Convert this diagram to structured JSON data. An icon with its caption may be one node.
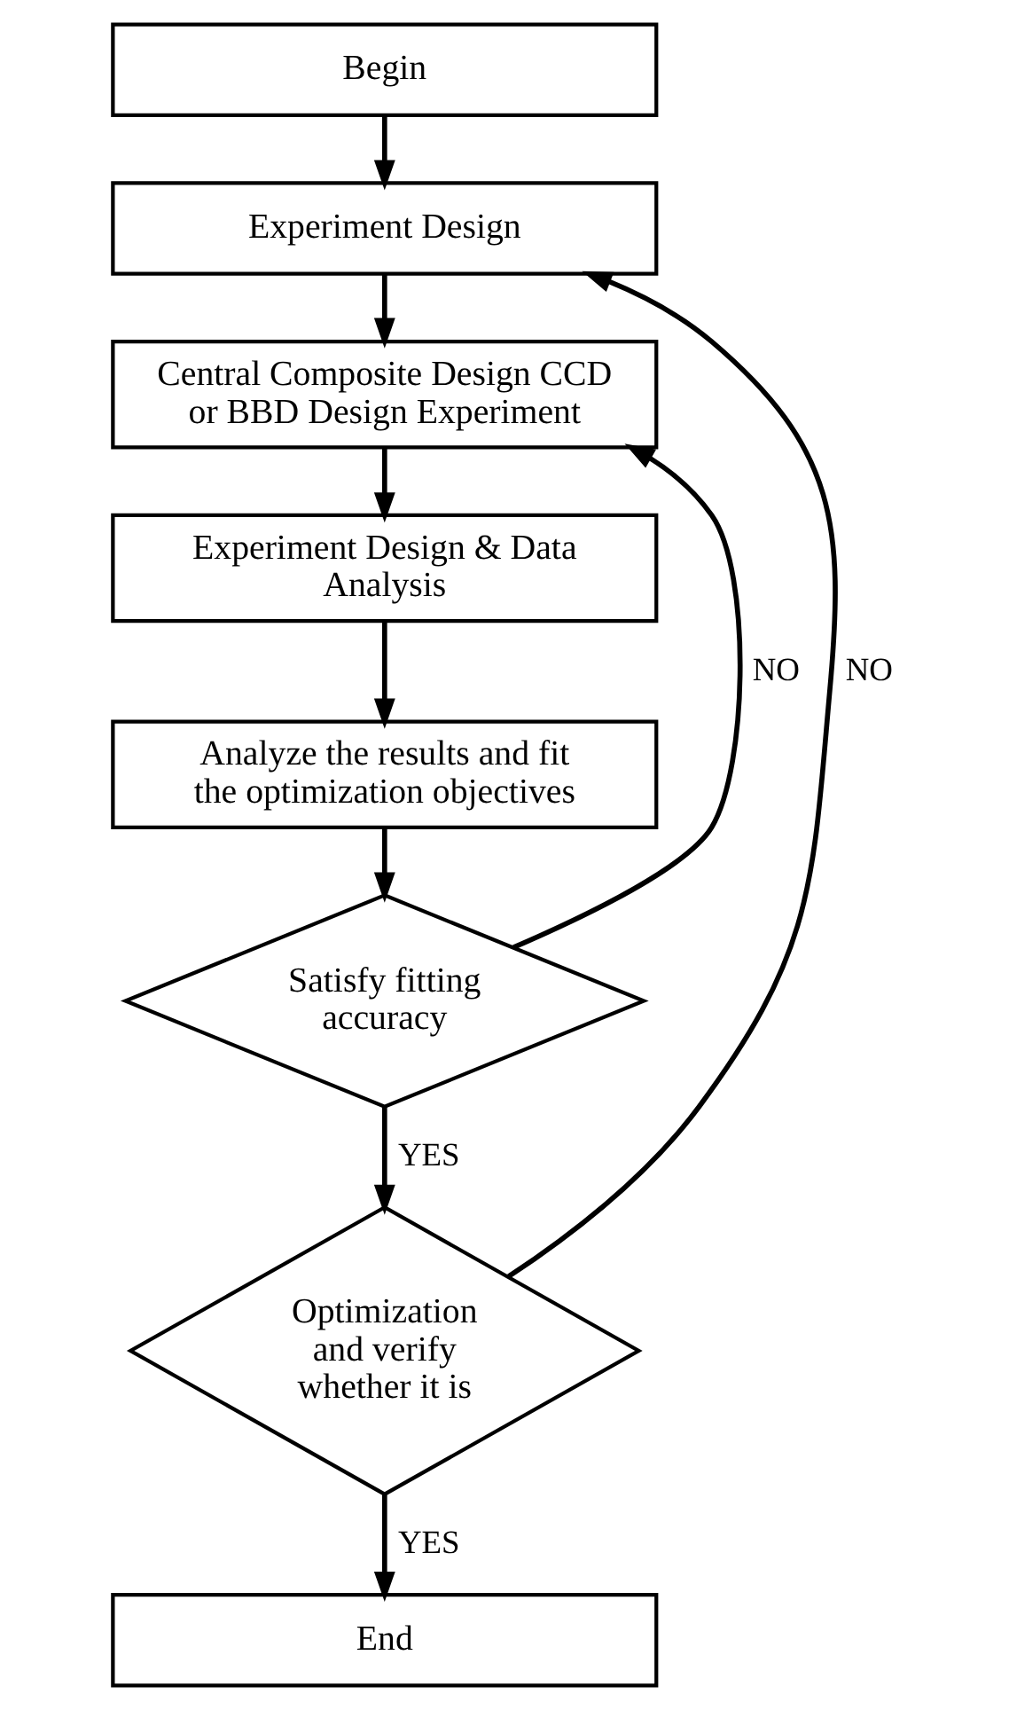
{
  "diagram": {
    "nodes": [
      {
        "text": [
          "Begin"
        ]
      },
      {
        "text": [
          "Experiment Design"
        ]
      },
      {
        "text": [
          "Central Composite Design CCD or BBD Design Experiment"
        ]
      },
      {
        "text": [
          "Experiment Design & Data Analysis"
        ]
      },
      {
        "text": [
          "Analyze the results and fit the optimization objectives"
        ]
      },
      {
        "text": [
          "Satisfy fitting accuracy"
        ]
      },
      {
        "text": [
          "Optimization and verify whether it is"
        ]
      },
      {
        "text": [
          "End"
        ]
      }
    ],
    "edges": [
      {
        "from": 0,
        "to": 1,
        "arrow": "to"
      },
      {
        "from": 1,
        "to": 2,
        "arrow": "to"
      },
      {
        "from": 2,
        "to": 3,
        "arrow": "to"
      },
      {
        "from": 3,
        "to": 4,
        "arrow": "to"
      },
      {
        "from": 4,
        "to": 5,
        "arrow": "to"
      },
      {
        "from": 5,
        "to": 2,
        "arrow": "to",
        "label": "NO"
      },
      {
        "from": 5,
        "to": 6,
        "arrow": "to",
        "label": "YES"
      },
      {
        "from": 6,
        "to": 1,
        "arrow": "to",
        "label": "NO"
      },
      {
        "from": 6,
        "to": 7,
        "arrow": "to",
        "label": "YES"
      }
    ]
  }
}
